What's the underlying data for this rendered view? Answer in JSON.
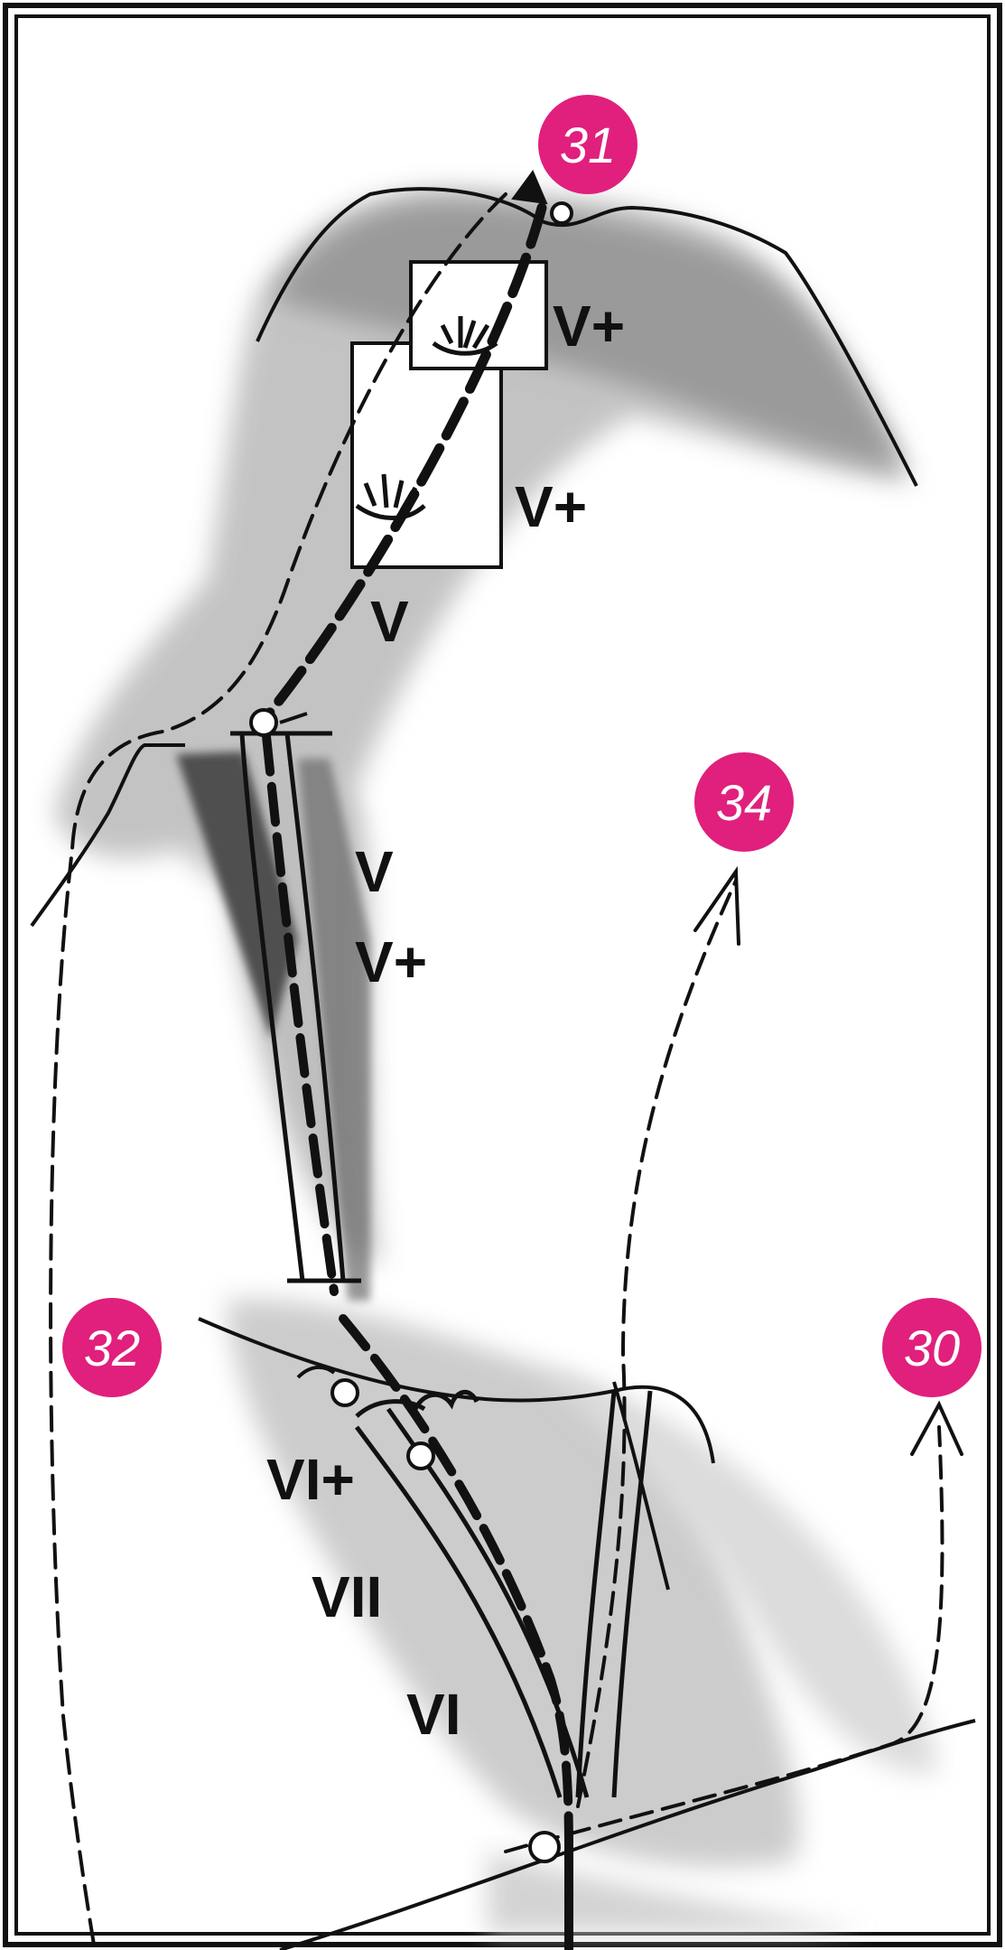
{
  "diagram": {
    "route_badges": [
      "31",
      "34",
      "32",
      "30"
    ],
    "grades": [
      "V+",
      "V+",
      "V",
      "V",
      "V+",
      "VI+",
      "VII",
      "VI"
    ],
    "colors": {
      "badge": "#e0207c",
      "ink": "#111111",
      "rock_shade": "#8a8a8a"
    }
  }
}
